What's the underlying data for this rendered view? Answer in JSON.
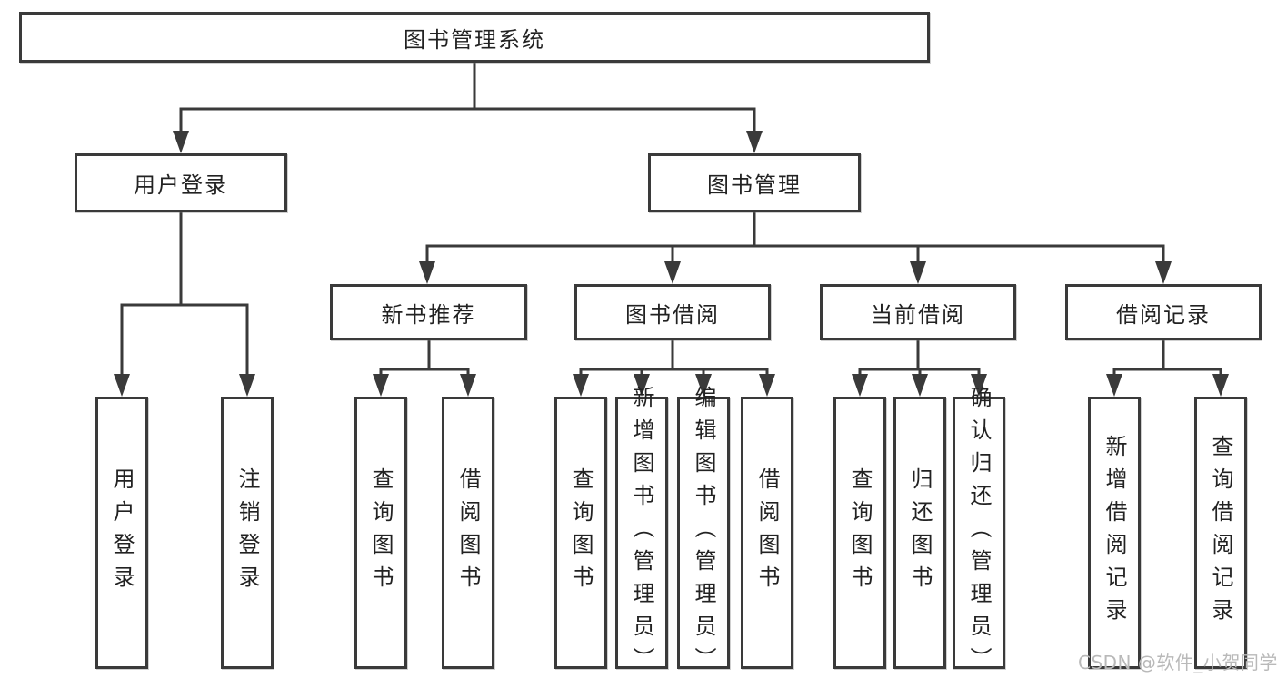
{
  "diagram": {
    "title": "图书管理系统",
    "level2": {
      "user_login": "用户登录",
      "book_management": "图书管理"
    },
    "level3": {
      "new_book_recommend": "新书推荐",
      "book_borrow": "图书借阅",
      "current_borrow": "当前借阅",
      "borrow_records": "借阅记录"
    },
    "leaves": {
      "user_login_children": [
        "用户登录",
        "注销登录"
      ],
      "recommend_children": [
        "查询图书",
        "借阅图书"
      ],
      "borrow_children": [
        "查询图书",
        "新增图书（管理员）",
        "编辑图书（管理员）",
        "借阅图书"
      ],
      "current_children": [
        "查询图书",
        "归还图书",
        "确认归还（管理员）"
      ],
      "records_children": [
        "新增借阅记录",
        "查询借阅记录"
      ]
    }
  },
  "watermark": {
    "text": "CSDN @软件_小贺同学"
  },
  "colors": {
    "line": "#3a3a3a",
    "box_border": "#3a3a3a",
    "box_fill": "#ffffff",
    "text": "#222222",
    "watermark": "#b9b9b9",
    "background": "#ffffff"
  }
}
